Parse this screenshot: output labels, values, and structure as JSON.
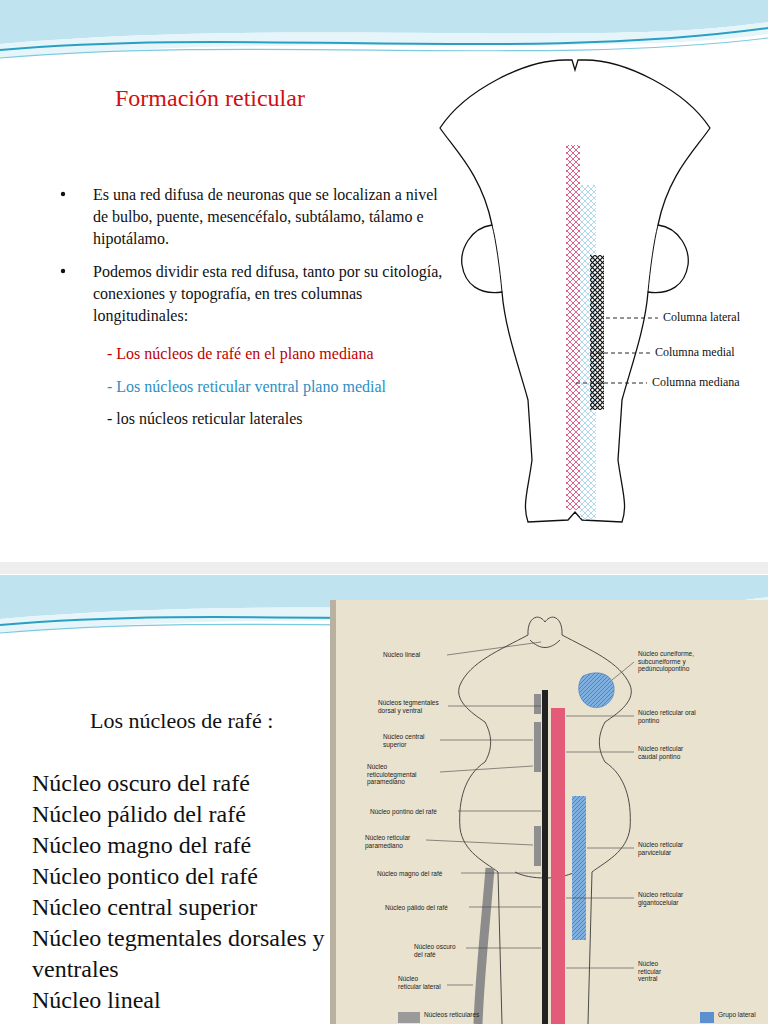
{
  "diagram": {
    "title": "Formación reticular",
    "labels": [
      "Es una red difusa de neuronas que se localizan a nivel de bulbo, puente, mesencéfalo, subtálamo, tálamo e hipotálamo.",
      "Podemos dividir esta red difusa, tanto por su citología, conexiones y topografía, en tres columnas longitudinales:",
      "- Los núcleos de rafé en el plano mediana",
      "- Los núcleos reticular ventral plano medial",
      "- los núcleos reticular laterales",
      "Columna lateral",
      "Columna medial",
      "Columna mediana",
      "Los núcleos de rafé :",
      "Núcleo oscuro del rafé",
      "Núcleo pálido del rafé",
      "Núcleo magno del rafé",
      "Núcleo pontico del rafé",
      "Núcleo central superior",
      "Núcleo tegmentales dorsales y ventrales",
      "Núcleo lineal",
      "Núcleo lineal",
      "Núcleos tegmentales dorsal y ventral",
      "Núcleo central superior",
      "Núcleo reticulotegmental paramediano",
      "Núcleo pontino del rafé",
      "Núcleo reticular paramediano",
      "Núcleo magno del rafé",
      "Núcleo pálido del rafé",
      "Núcleo oscuro del rafé",
      "Núcleo reticular lateral",
      "Núcleo cuneiforme, subcuneiforme y pedúnculopontino",
      "Núcleo reticular oral pontino",
      "Núcleo reticular caudal pontino",
      "Núcleo reticular parvicelular",
      "Núcleo reticular gigantocelular",
      "Núcleo reticular ventral"
    ],
    "legend": [
      {
        "text": "Núcleos reticulares",
        "color": "#9a9a9a"
      },
      {
        "text": "Grupo lateral",
        "color": "#5b8fd0"
      }
    ]
  }
}
